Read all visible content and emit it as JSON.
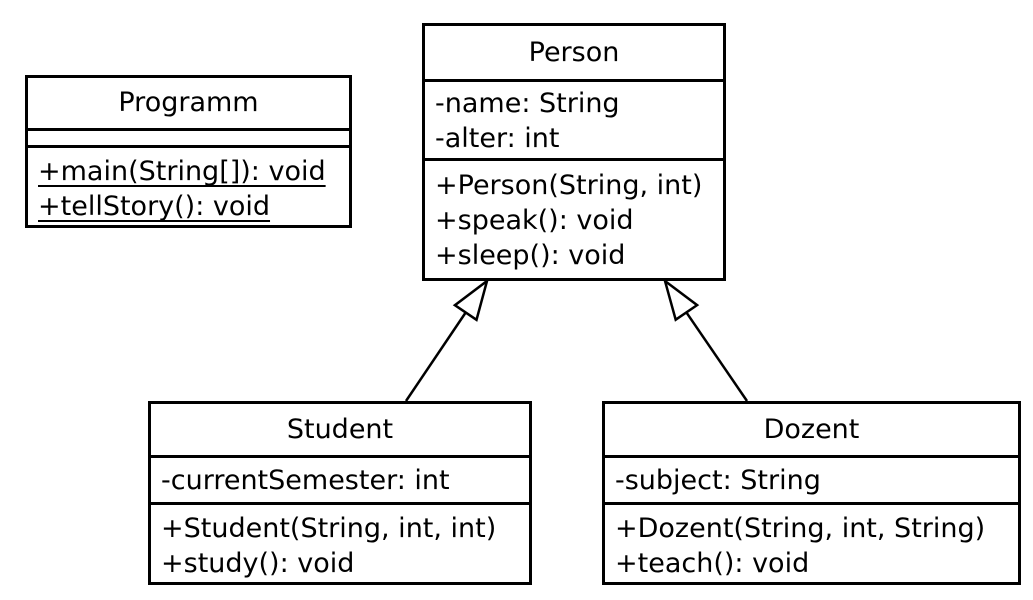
{
  "diagram": {
    "type": "uml-class-diagram",
    "colors": {
      "background": "#ffffff",
      "box_fill": "#ffffff",
      "line": "#000000",
      "text": "#000000"
    },
    "classes": [
      {
        "name": "Programm",
        "attributes": [],
        "methods": [
          {
            "text": "+main(String[]): void",
            "static": true
          },
          {
            "text": "+tellStory(): void",
            "static": true
          }
        ]
      },
      {
        "name": "Person",
        "attributes": [
          {
            "text": "-name: String"
          },
          {
            "text": "-alter: int"
          }
        ],
        "methods": [
          {
            "text": "+Person(String, int)",
            "static": false
          },
          {
            "text": "+speak(): void",
            "static": false
          },
          {
            "text": "+sleep(): void",
            "static": false
          }
        ]
      },
      {
        "name": "Student",
        "attributes": [
          {
            "text": "-currentSemester: int"
          }
        ],
        "methods": [
          {
            "text": "+Student(String, int, int)",
            "static": false
          },
          {
            "text": "+study(): void",
            "static": false
          }
        ]
      },
      {
        "name": "Dozent",
        "attributes": [
          {
            "text": "-subject: String"
          }
        ],
        "methods": [
          {
            "text": "+Dozent(String, int, String)",
            "static": false
          },
          {
            "text": "+teach(): void",
            "static": false
          }
        ]
      }
    ],
    "relationships": [
      {
        "from": "Student",
        "to": "Person",
        "type": "inheritance"
      },
      {
        "from": "Dozent",
        "to": "Person",
        "type": "inheritance"
      }
    ]
  }
}
